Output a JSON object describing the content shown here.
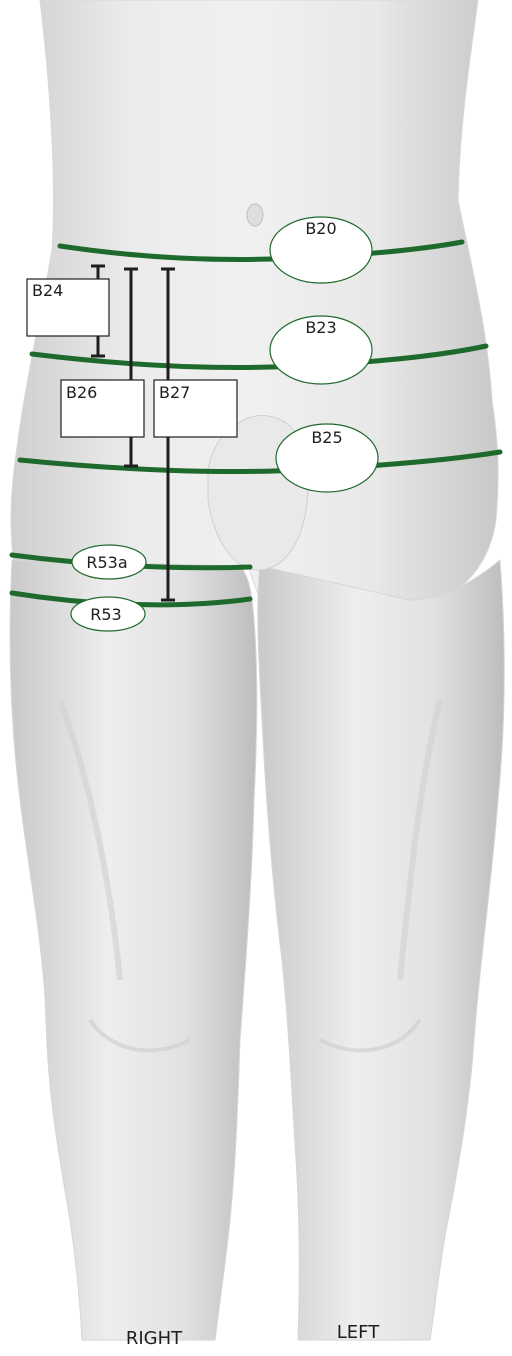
{
  "labels": {
    "b20": "B20",
    "b23": "B23",
    "b24": "B24",
    "b25": "B25",
    "b26": "B26",
    "b27": "B27",
    "r53a": "R53a",
    "r53": "R53"
  },
  "footer": {
    "right": "RIGHT",
    "left": "LEFT"
  },
  "colors": {
    "measure_line": "#1e6a2c",
    "body": "#e6e6e6",
    "marker": "#1e1e1e"
  }
}
